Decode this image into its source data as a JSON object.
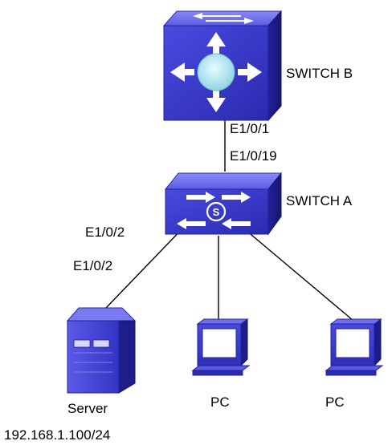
{
  "nodes": {
    "switch_b": {
      "label": "SWITCH B"
    },
    "switch_a": {
      "label": "SWITCH A"
    },
    "server": {
      "label": "Server",
      "address": "192.168.1.100/24"
    },
    "pc_1": {
      "label": "PC"
    },
    "pc_2": {
      "label": "PC"
    }
  },
  "ports": {
    "switch_b_uplink": "E1/0/1",
    "switch_a_uplink": "E1/0/19",
    "switch_a_to_server": "E1/0/2",
    "server_port": "E1/0/2"
  },
  "colors": {
    "device_face": "#3333cc",
    "device_top": "#6b6bf0",
    "device_side": "#1c1c8a",
    "link": "#000000",
    "hub_glow": "#b0e8f0"
  },
  "icons": {
    "switch_b": "layer3-switch-icon",
    "switch_a": "layer2-switch-icon",
    "server": "server-tower-icon",
    "pc": "pc-monitor-icon"
  }
}
